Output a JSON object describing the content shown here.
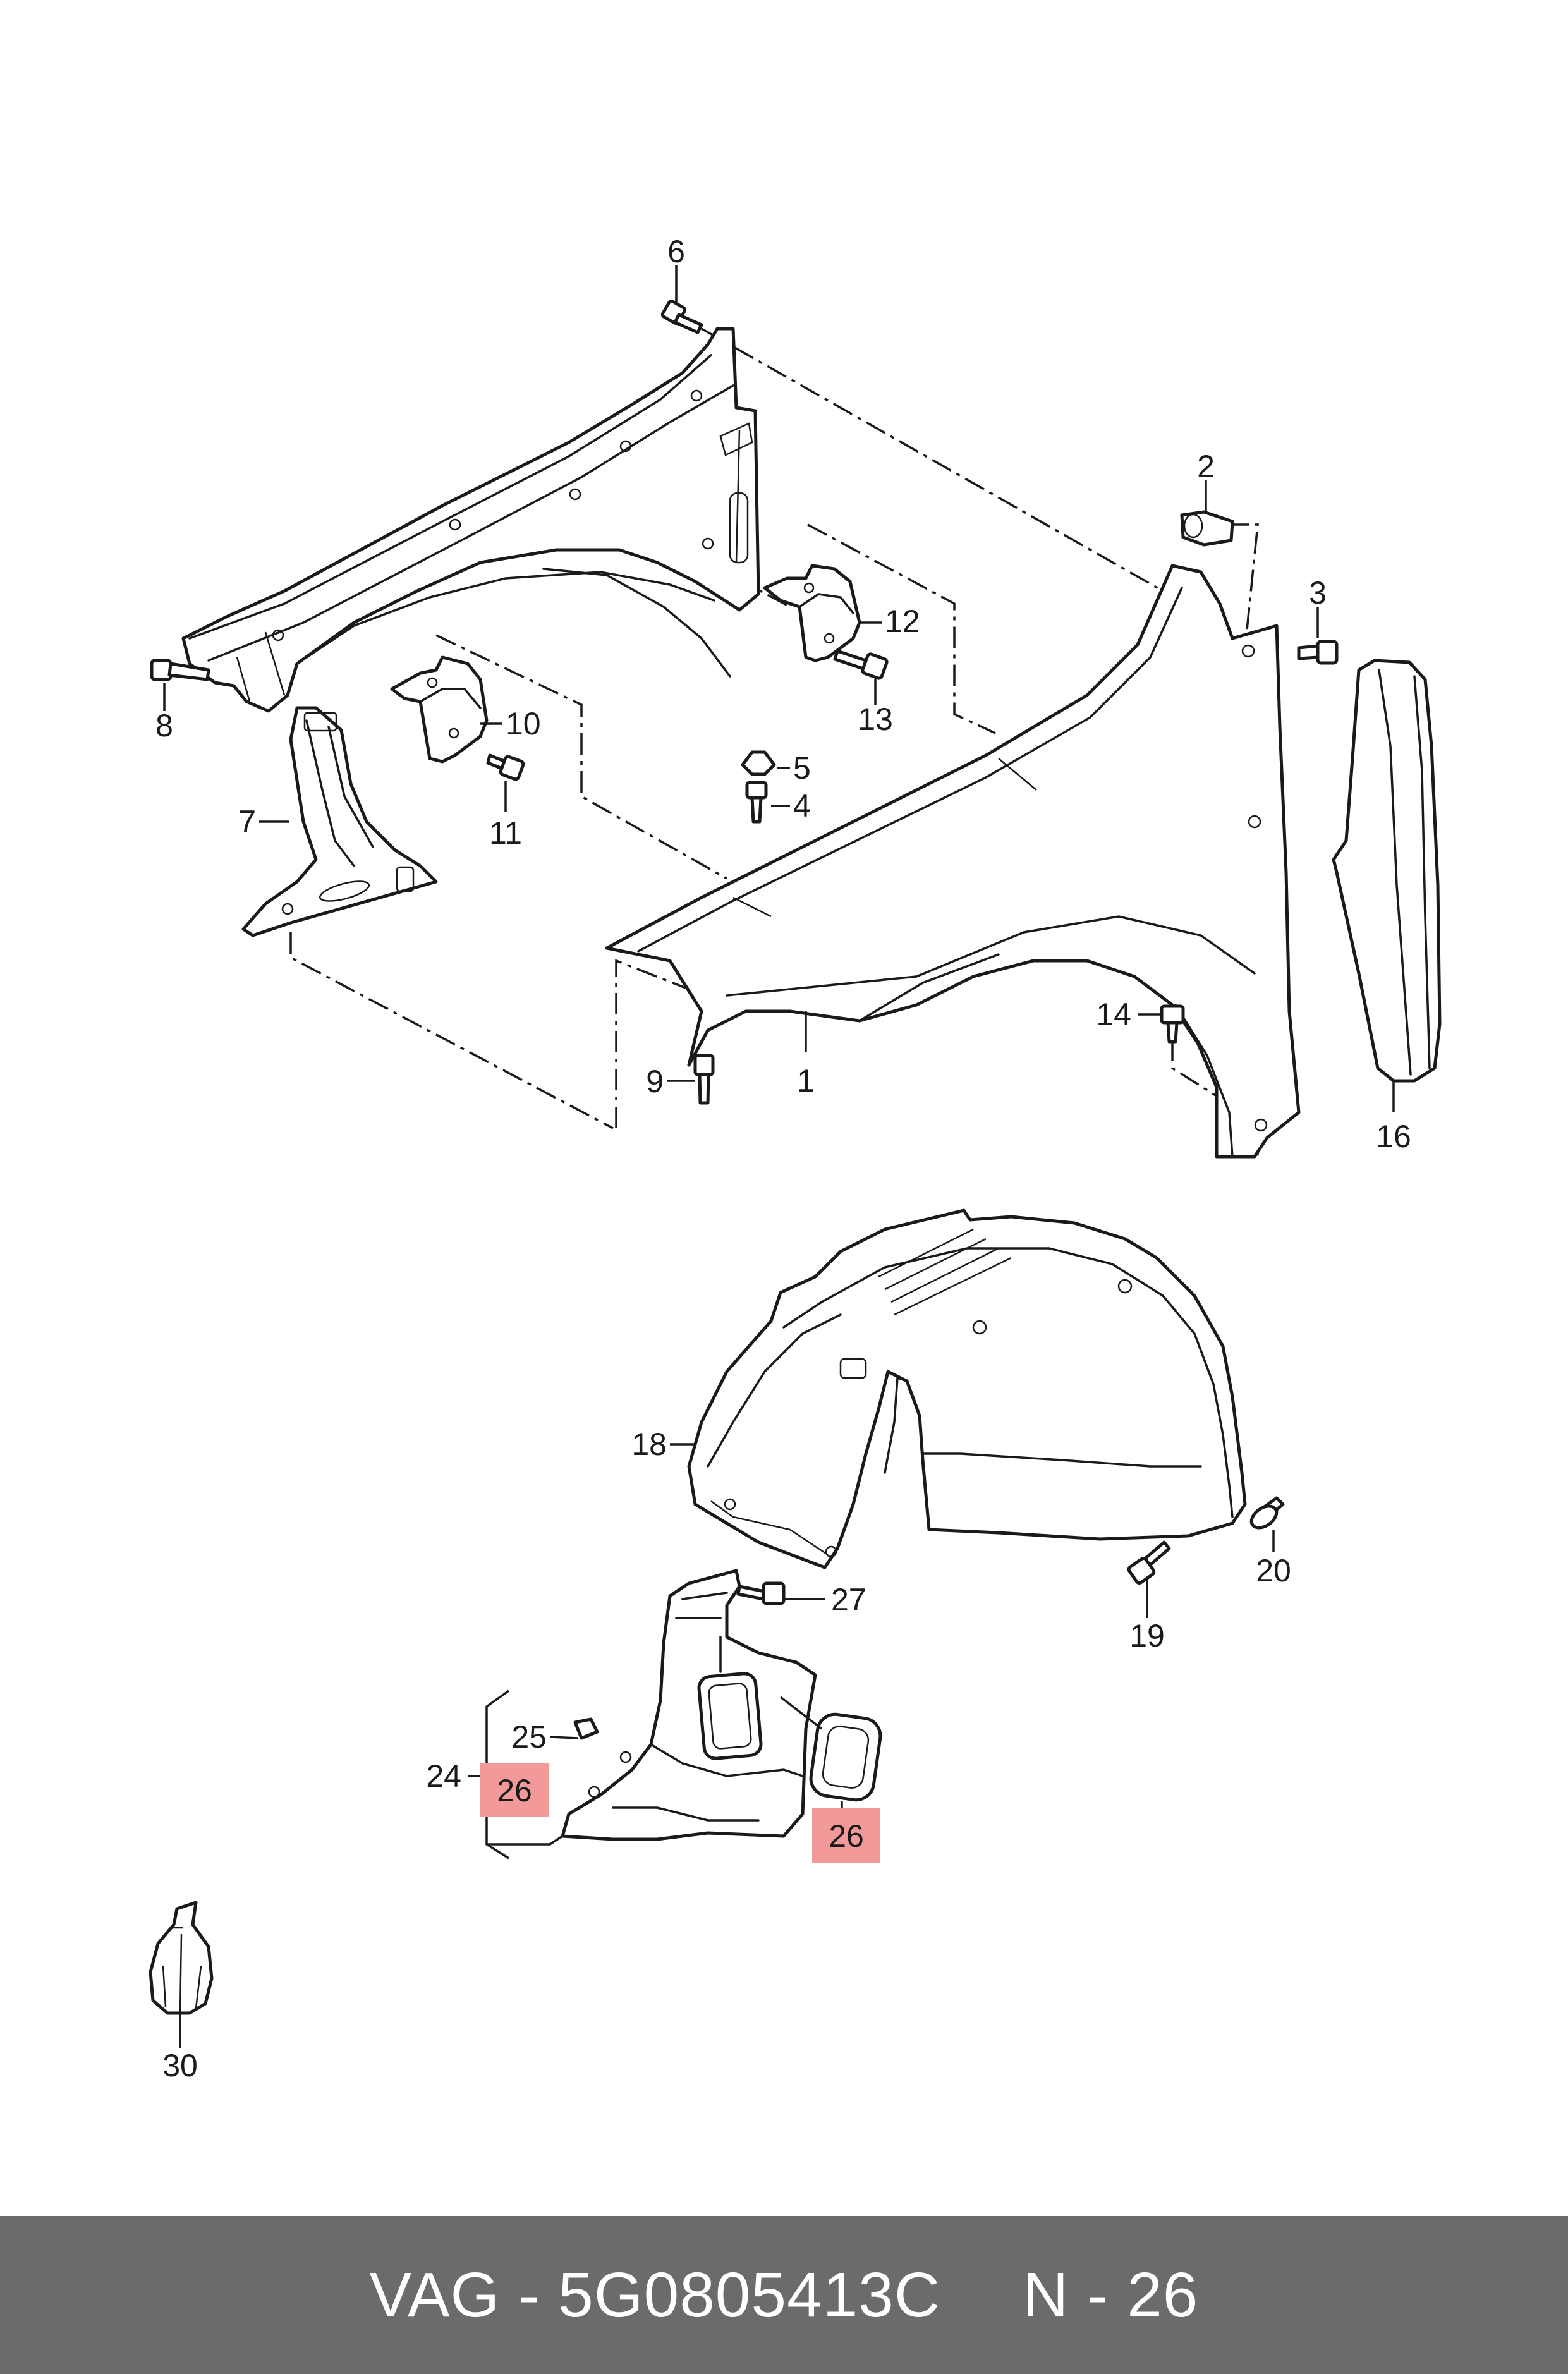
{
  "callouts": {
    "p1": "1",
    "p2": "2",
    "p3": "3",
    "p4": "4",
    "p5": "5",
    "p6": "6",
    "p7": "7",
    "p8": "8",
    "p9": "9",
    "p10": "10",
    "p11": "11",
    "p12": "12",
    "p13": "13",
    "p14": "14",
    "p16": "16",
    "p18": "18",
    "p19": "19",
    "p20": "20",
    "p24": "24",
    "p25": "25",
    "p26a": "26",
    "p26b": "26",
    "p27": "27",
    "p30": "30"
  },
  "highlighted_part": "26",
  "highlight_color": "#f29a9a",
  "footer": {
    "brand_part": "VAG - 5G0805413C",
    "position": "N - 26"
  },
  "footer_color": "#6b6b6b"
}
